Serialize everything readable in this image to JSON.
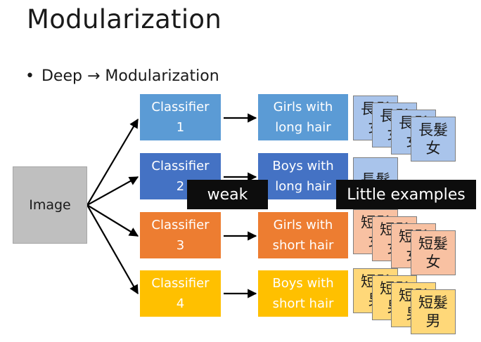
{
  "slide": {
    "title": "Modularization",
    "bullet": "Deep → Modularization"
  },
  "diagram": {
    "input": "Image",
    "classifiers": [
      {
        "label": "Classifier\n1",
        "color": "#5b9bd5"
      },
      {
        "label": "Classifier\n2",
        "color": "#4472c4"
      },
      {
        "label": "Classifier\n3",
        "color": "#ed7d31"
      },
      {
        "label": "Classifier\n4",
        "color": "#ffc000"
      }
    ],
    "results": [
      {
        "label": "Girls with\nlong hair",
        "color": "#5b9bd5"
      },
      {
        "label": "Boys with\nlong hair",
        "color": "#4472c4"
      },
      {
        "label": "Girls with\nshort hair",
        "color": "#ed7d31"
      },
      {
        "label": "Boys with\nshort hair",
        "color": "#ffc000"
      }
    ],
    "examples": [
      {
        "text": "長髮\n女",
        "count": 4,
        "style": "blue"
      },
      {
        "text": "長髮",
        "count": 1,
        "style": "blue"
      },
      {
        "text": "短髮\n女",
        "count": 4,
        "style": "orange"
      },
      {
        "text": "短髮\n男",
        "count": 4,
        "style": "yellow"
      }
    ],
    "overlays": {
      "weak": "weak",
      "little_examples": "Little examples"
    }
  }
}
